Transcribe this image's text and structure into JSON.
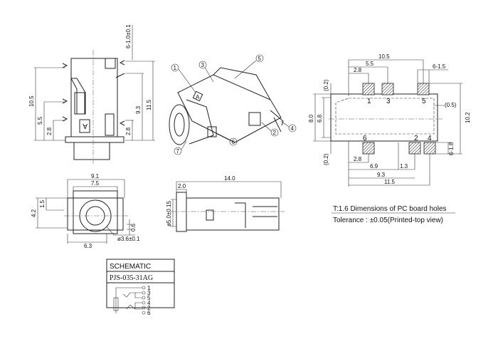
{
  "top_view": {
    "pin_dim": "6-1.0±0.1",
    "dims": [
      "10.5",
      "5.5",
      "2.8",
      "9.3",
      "11.5",
      "2.8"
    ],
    "marker": "A"
  },
  "iso_view": {
    "callouts": [
      "1",
      "3",
      "5",
      "4",
      "2",
      "6",
      "7"
    ],
    "marker": "A"
  },
  "pcb_layout": {
    "dims_top": [
      "10.5",
      "5.5",
      "2.8",
      "6-1.5"
    ],
    "dims_side": [
      "(0.2)",
      "8.0",
      "6.8",
      "(0.2)",
      "(0.5)",
      "10.2",
      "6-1.8"
    ],
    "dims_bottom": [
      "2.8",
      "6.9",
      "1.3",
      "9.3",
      "11.5"
    ],
    "pins_top": [
      "1",
      "3",
      "5"
    ],
    "pins_bottom": [
      "6",
      "2",
      "4"
    ]
  },
  "front_view": {
    "dims": [
      "9.1",
      "7.5",
      "4.2",
      "1.5",
      "0.6",
      "6.3"
    ],
    "hole": "ø3.6±0.1"
  },
  "side_view": {
    "dims": [
      "14.0",
      "2.0"
    ],
    "diameter": "ø5.0±0.15"
  },
  "notes": {
    "line1": "T:1.6 Dimensions of PC board holes",
    "line2": "Tolerance : ±0.05(Printed-top view)"
  },
  "schematic": {
    "title": "SCHEMATIC",
    "part": "PJS-035-31AG",
    "pins": [
      "1",
      "3",
      "5",
      "4",
      "2",
      "6"
    ]
  }
}
